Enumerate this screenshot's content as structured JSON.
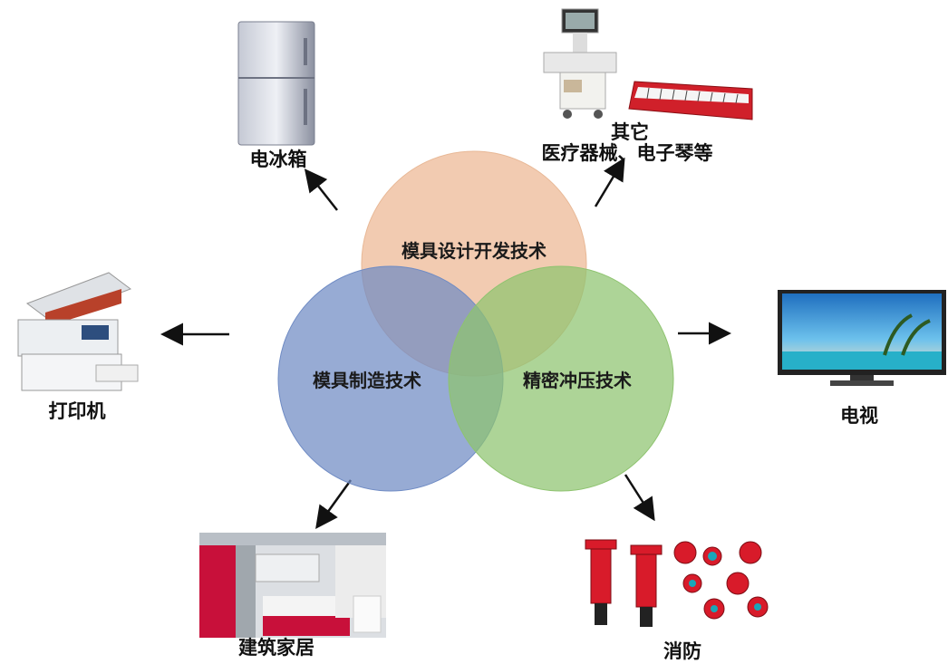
{
  "diagram": {
    "circles": {
      "top": {
        "label": "模具设计开发技术",
        "color": "#f0c2a3"
      },
      "left": {
        "label": "模具制造技术",
        "color": "#7d96c9"
      },
      "right": {
        "label": "精密冲压技术",
        "color": "#9fcb82"
      }
    },
    "applications": {
      "fridge": "电冰箱",
      "other_line1": "其它",
      "other_line2": "医疗器械、电子琴等",
      "printer": "打印机",
      "tv": "电视",
      "home": "建筑家居",
      "fire": "消防"
    },
    "icons": [
      "refrigerator-icon",
      "ultrasound-machine-icon",
      "electronic-keyboard-icon",
      "printer-icon",
      "television-icon",
      "kitchen-icon",
      "fire-hydrant-icon"
    ]
  }
}
